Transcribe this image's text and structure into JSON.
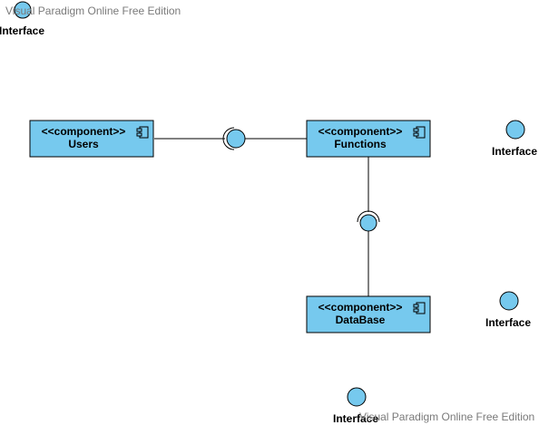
{
  "watermarks": {
    "top": "Visual Paradigm Online Free Edition",
    "bottom": "Visual Paradigm Online Free Edition"
  },
  "components": {
    "users": {
      "stereotype": "<<component>>",
      "name": "Users"
    },
    "functions": {
      "stereotype": "<<component>>",
      "name": "Functions"
    },
    "database": {
      "stereotype": "<<component>>",
      "name": "DataBase"
    }
  },
  "interfaces": {
    "top_left": {
      "label": "Interface"
    },
    "right_upper": {
      "label": "Interface"
    },
    "right_lower": {
      "label": "Interface"
    },
    "bottom": {
      "label": "Interface"
    }
  },
  "colors": {
    "component_fill": "#76c9ee",
    "interface_fill": "#76c9ee",
    "outline": "#000000",
    "watermark_text": "#7a7a7a"
  },
  "icons": {
    "component_icon": "component-icon"
  }
}
